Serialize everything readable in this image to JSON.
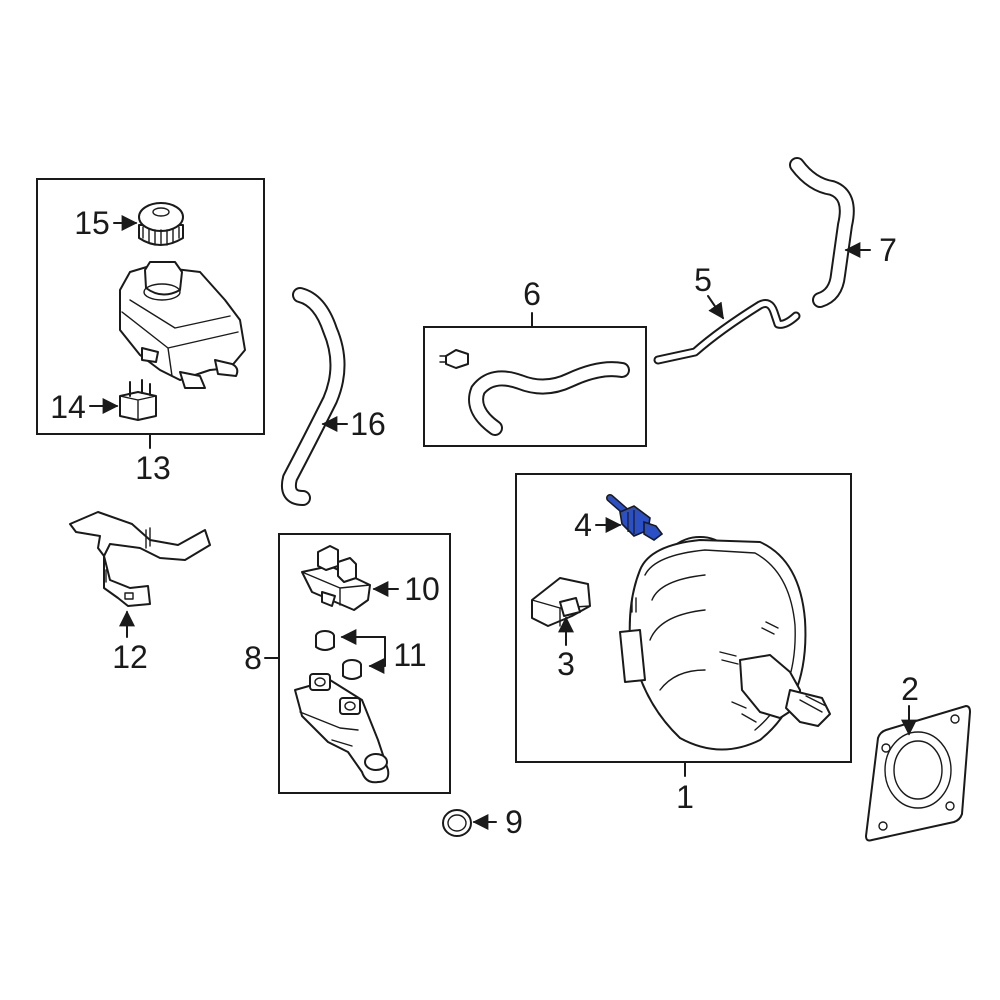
{
  "colors": {
    "highlight": "#2b4fc4",
    "line": "#1a1a1a",
    "background": "#ffffff"
  },
  "callouts": {
    "c1": "1",
    "c2": "2",
    "c3": "3",
    "c4": "4",
    "c5": "5",
    "c6": "6",
    "c7": "7",
    "c8": "8",
    "c9": "9",
    "c10": "10",
    "c11": "11",
    "c12": "12",
    "c13": "13",
    "c14": "14",
    "c15": "15",
    "c16": "16"
  }
}
